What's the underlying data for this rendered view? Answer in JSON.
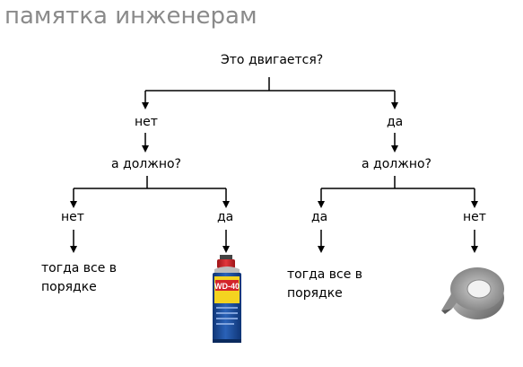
{
  "title": "памятка инженерам",
  "flowchart": {
    "root": "Это двигается?",
    "branch_no": {
      "label": "нет",
      "question": "а должно?",
      "no": {
        "label": "нет",
        "result": "тогда все в порядке"
      },
      "yes": {
        "label": "да",
        "result_image": "wd40-spray-can"
      }
    },
    "branch_yes": {
      "label": "да",
      "question": "а должно?",
      "yes": {
        "label": "да",
        "result": "тогда все в порядке"
      },
      "no": {
        "label": "нет",
        "result_image": "duct-tape-roll"
      }
    }
  },
  "wd40_logo": "WD-40",
  "colors": {
    "title": "#8a8a8a",
    "can_blue": "#1b4fa0",
    "can_yellow": "#f4d320",
    "can_red": "#d3242a"
  }
}
